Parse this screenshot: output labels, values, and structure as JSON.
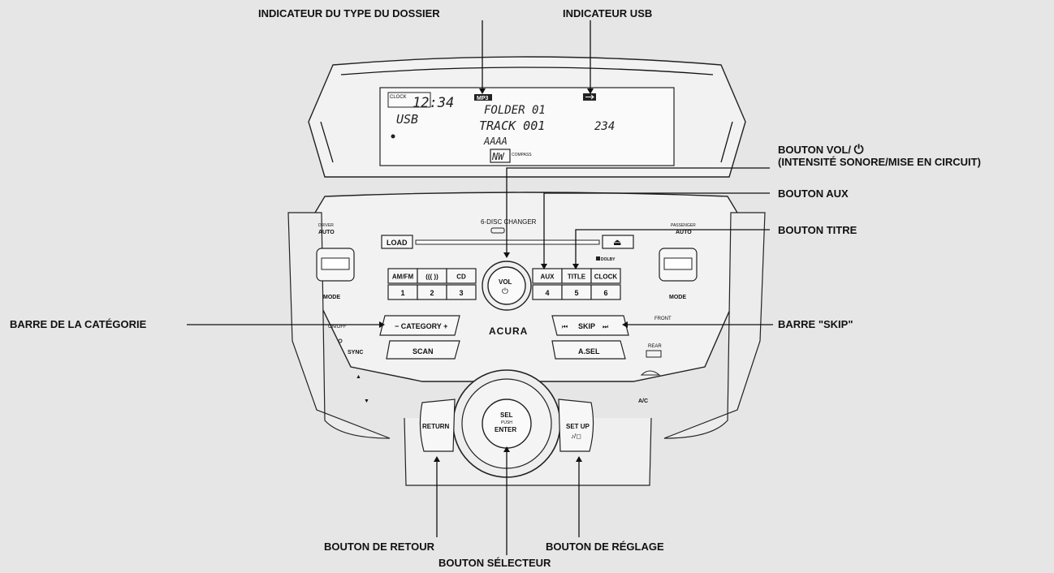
{
  "callouts": {
    "folder_type": "INDICATEUR DU TYPE DU DOSSIER",
    "usb": "INDICATEUR USB",
    "vol_line1": "BOUTON VOL/",
    "vol_line2": "(INTENSITÉ SONORE/MISE EN CIRCUIT)",
    "aux": "BOUTON AUX",
    "title": "BOUTON TITRE",
    "category": "BARRE DE LA CATÉGORIE",
    "skip": "BARRE \"SKIP\"",
    "return": "BOUTON DE RETOUR",
    "setup": "BOUTON DE RÉGLAGE",
    "selector": "BOUTON SÉLECTEUR"
  },
  "display": {
    "clock_label": "CLOCK",
    "clock": "12:34",
    "source": "USB",
    "mp3": "MP3",
    "folder": "FOLDER 01",
    "track": "TRACK 001",
    "counter": "234",
    "text": "AAAA",
    "compass_dir": "NW",
    "compass_label": "COMPASS"
  },
  "panel": {
    "changer": "6-DISC CHANGER",
    "load": "LOAD",
    "eject": "⏏",
    "dolby": "DOLBY",
    "presets_top": [
      "AM/FM",
      "((( ))",
      "CD",
      "AUX",
      "TITLE",
      "CLOCK"
    ],
    "presets_num": [
      "1",
      "2",
      "3",
      "4",
      "5",
      "6"
    ],
    "vol": "VOL",
    "power_glyph": "⏻",
    "category": "− CATEGORY +",
    "skip": "SKIP",
    "skip_prev": "⏮",
    "skip_next": "⏭",
    "scan": "SCAN",
    "asel": "A.SEL",
    "brand": "ACURA",
    "sel": "SEL",
    "push": "PUSH",
    "enter": "ENTER",
    "return": "RETURN",
    "setup": "SET UP",
    "setup_glyph": "♪/◻"
  },
  "climate_left": {
    "driver": "DRIVER",
    "auto": "AUTO",
    "mode": "MODE",
    "onoff": "ON/OFF",
    "sync": "SYNC",
    "fan_up": "▲",
    "fan_down": "▼"
  },
  "climate_right": {
    "passenger": "PASSENGER",
    "auto": "AUTO",
    "mode": "MODE",
    "front": "FRONT",
    "rear": "REAR",
    "ac": "A/C"
  }
}
